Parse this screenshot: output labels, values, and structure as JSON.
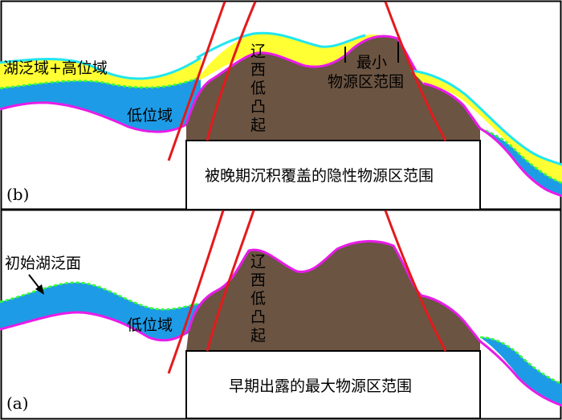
{
  "panel_b": {
    "tag": "(b)",
    "label_lake_highstand": "湖泛域+高位域",
    "label_lowstand": "低位域",
    "label_uplift": [
      "辽",
      "西",
      "低",
      "凸",
      "起"
    ],
    "label_min_source_line1": "最小",
    "label_min_source_line2": "物源区范围",
    "label_box": "被晚期沉积覆盖的隐性物源区范围"
  },
  "panel_a": {
    "tag": "(a)",
    "label_initial_flooding": "初始湖泛面",
    "label_lowstand": "低位域",
    "label_uplift": [
      "辽",
      "西",
      "低",
      "凸",
      "起"
    ],
    "label_box": "早期出露的最大物源区范围"
  },
  "colors": {
    "uplift_fill": "#6b5442",
    "lowstand_fill": "#1e9be6",
    "highstand_fill": "#ffff33",
    "magenta_line": "#e81ce8",
    "cyan_line": "#22e6f0",
    "green_dash": "#33ff33",
    "fault_red": "#e41a1c"
  }
}
